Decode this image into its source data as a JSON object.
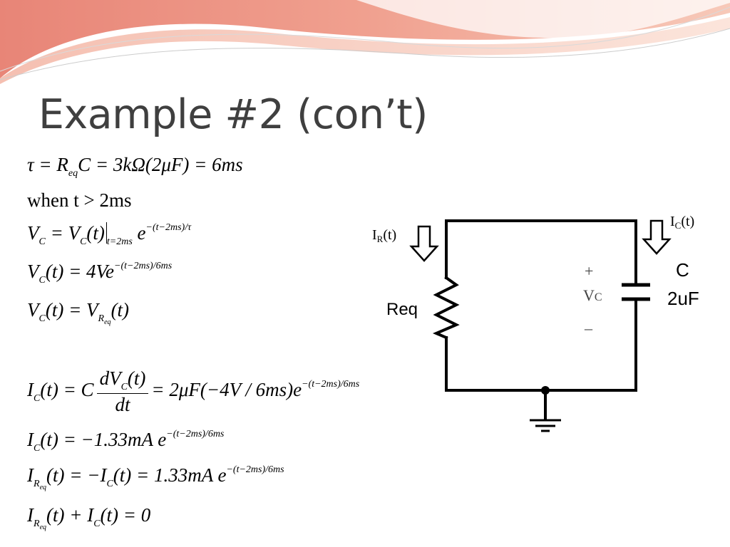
{
  "slide": {
    "title": "Example #2 (con’t)"
  },
  "equations": {
    "tau": {
      "lhs": "τ = R",
      "lhs_sub": "eq",
      "rhs": "C = 3kΩ(2μF) = 6ms"
    },
    "when": {
      "text": "when t > 2ms"
    },
    "vc_def": {
      "p1": "V",
      "p1_sub": "C",
      "p2": " = V",
      "p2_sub": "C",
      "p3": "(t)",
      "eval_sub": "t=2ms",
      "p4": " e",
      "p4_sup": "−(t−2ms)/τ"
    },
    "vc_eq": {
      "p1": "V",
      "p1_sub": "C",
      "p2": "(t) = 4Ve",
      "p2_sup": "−(t−2ms)/6ms"
    },
    "vc_vreq": {
      "p1": "V",
      "p1_sub": "C",
      "p2": "(t) = V",
      "p2_sub": "R",
      "p2_subsub": "eq",
      "p3": "(t)"
    },
    "ic_deriv": {
      "p1": "I",
      "p1_sub": "C",
      "p2": "(t) = C",
      "num": "dV",
      "num_sub": "C",
      "num_tail": "(t)",
      "den": "dt",
      "p3": "= 2μF(−4V / 6ms)e",
      "p3_sup": "−(t−2ms)/6ms"
    },
    "ic_val": {
      "p1": "I",
      "p1_sub": "C",
      "p2": "(t) = −1.33mA  e",
      "p2_sup": "−(t−2ms)/6ms"
    },
    "ireq_val": {
      "p1": "I",
      "p1_sub": "R",
      "p1_subsub": "eq",
      "p2": "(t) = −I",
      "p2_sub": "C",
      "p3": "(t) = 1.33mA  e",
      "p3_sup": "−(t−2ms)/6ms"
    },
    "sum": {
      "p1": "I",
      "p1_sub": "R",
      "p1_subsub": "eq",
      "p2": "(t) + I",
      "p2_sub": "C",
      "p3": "(t) = 0"
    }
  },
  "circuit": {
    "ir_label": "I",
    "ir_sub": "R",
    "ir_tail": "(t)",
    "ic_label": "I",
    "ic_sub": "C",
    "ic_tail": "(t)",
    "req_label": "Req",
    "cap_name": "C",
    "cap_value": "2uF",
    "vc_plus": "+",
    "vc_label": "V",
    "vc_sub": "C",
    "vc_minus": "–"
  },
  "colors": {
    "banner_light": "#f7c4b2",
    "banner_mid": "#ee9684",
    "banner_dark": "#e47a6d",
    "title": "#3f3f3f",
    "wire": "#000000"
  }
}
